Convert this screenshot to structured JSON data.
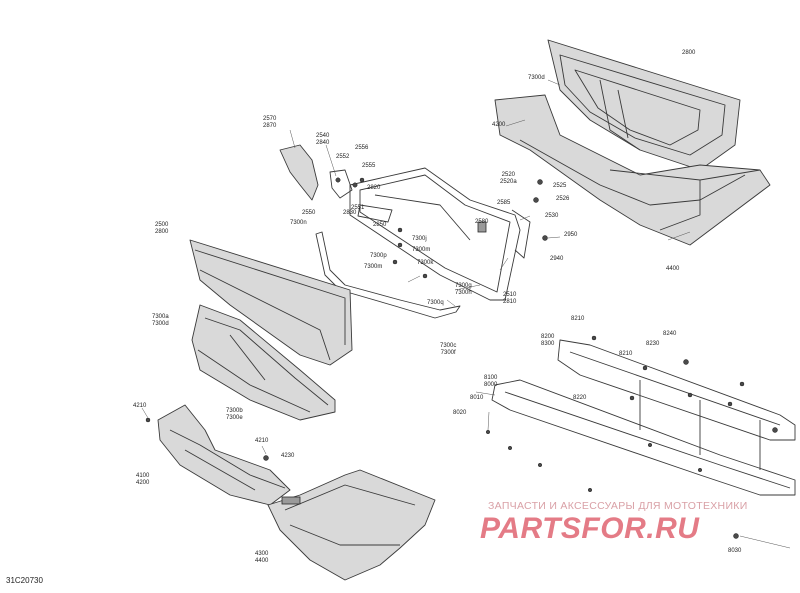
{
  "diagram": {
    "code": "31C20730",
    "watermark": {
      "tagline": "ЗАПЧАСТИ И АКСЕССУАРЫ ДЛЯ МОТОТЕХНИКИ",
      "logo": "PARTSFOR.RU"
    },
    "callouts": [
      {
        "id": "c2800",
        "text": "2800"
      },
      {
        "id": "c7300d_top",
        "text": "7300d"
      },
      {
        "id": "c4200_top",
        "text": "4200"
      },
      {
        "id": "c2570",
        "text": "2570\n2870"
      },
      {
        "id": "c2540",
        "text": "2540\n2840"
      },
      {
        "id": "c2556",
        "text": "2556"
      },
      {
        "id": "c2552",
        "text": "2552"
      },
      {
        "id": "c2555",
        "text": "2555"
      },
      {
        "id": "c2820_l",
        "text": "2820"
      },
      {
        "id": "c2551",
        "text": "2551"
      },
      {
        "id": "c2550",
        "text": "2550"
      },
      {
        "id": "c2830",
        "text": "2830"
      },
      {
        "id": "c7300n",
        "text": "7300n"
      },
      {
        "id": "c2850",
        "text": "2850"
      },
      {
        "id": "c7300j",
        "text": "7300j"
      },
      {
        "id": "c7300m",
        "text": "7300m"
      },
      {
        "id": "c7300p",
        "text": "7300p"
      },
      {
        "id": "c7300m2",
        "text": "7300m"
      },
      {
        "id": "c7300k",
        "text": "7300k"
      },
      {
        "id": "c7300g",
        "text": "7300g\n7300h"
      },
      {
        "id": "c7300q",
        "text": "7300q"
      },
      {
        "id": "c7300c",
        "text": "7300c\n7300f"
      },
      {
        "id": "c2520",
        "text": "2520\n2520a"
      },
      {
        "id": "c2525",
        "text": "2525"
      },
      {
        "id": "c2526",
        "text": "2526"
      },
      {
        "id": "c2585",
        "text": "2585"
      },
      {
        "id": "c2530",
        "text": "2530"
      },
      {
        "id": "c2580",
        "text": "2580"
      },
      {
        "id": "c2950",
        "text": "2950"
      },
      {
        "id": "c2940",
        "text": "2940"
      },
      {
        "id": "c2510",
        "text": "2510\n2810"
      },
      {
        "id": "c4400_top",
        "text": "4400"
      },
      {
        "id": "c2500",
        "text": "2500\n2800"
      },
      {
        "id": "c7300a",
        "text": "7300a\n7300d"
      },
      {
        "id": "c7300b",
        "text": "7300b\n7300e"
      },
      {
        "id": "c4210_l",
        "text": "4210"
      },
      {
        "id": "c4210_m",
        "text": "4210"
      },
      {
        "id": "c4230",
        "text": "4230"
      },
      {
        "id": "c4100",
        "text": "4100\n4200"
      },
      {
        "id": "c4300",
        "text": "4300\n4400"
      },
      {
        "id": "c8210_a",
        "text": "8210"
      },
      {
        "id": "c8200",
        "text": "8200\n8300"
      },
      {
        "id": "c8240",
        "text": "8240"
      },
      {
        "id": "c8230",
        "text": "8230"
      },
      {
        "id": "c8210_b",
        "text": "8210"
      },
      {
        "id": "c8100",
        "text": "8100\n8000"
      },
      {
        "id": "c8010",
        "text": "8010"
      },
      {
        "id": "c8020",
        "text": "8020"
      },
      {
        "id": "c8220",
        "text": "8220"
      },
      {
        "id": "c8030",
        "text": "8030"
      }
    ]
  }
}
